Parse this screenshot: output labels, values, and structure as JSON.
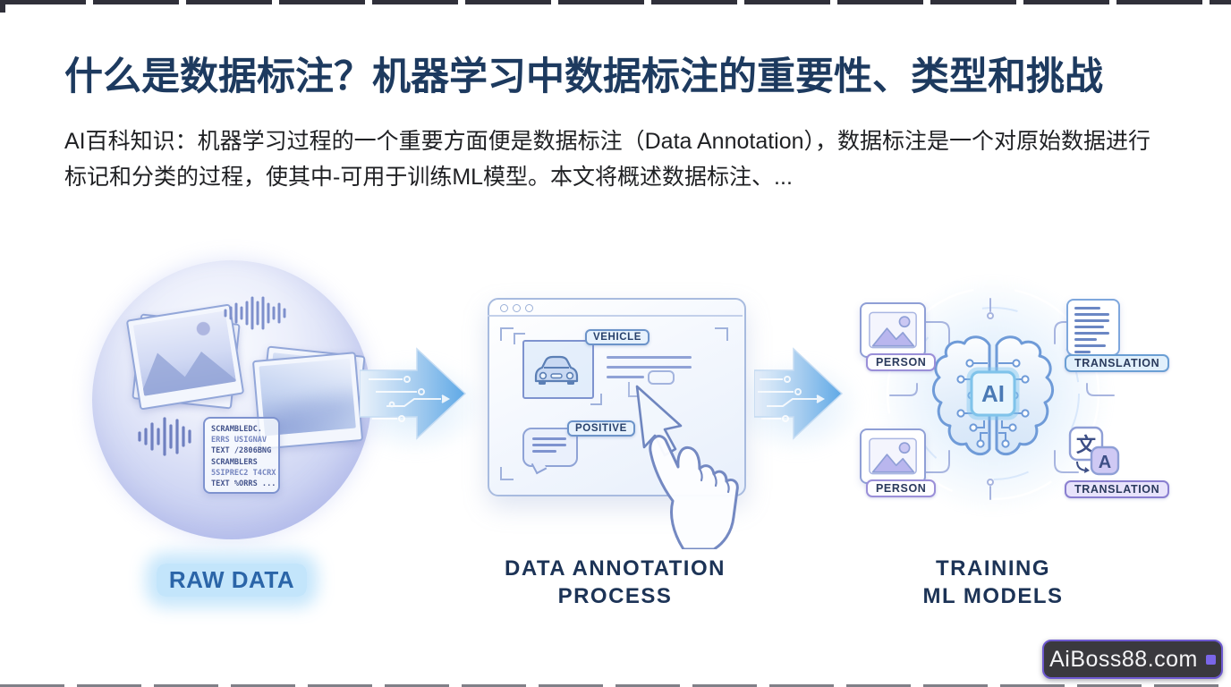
{
  "header": {
    "title": "什么是数据标注？机器学习中数据标注的重要性、类型和挑战",
    "description": "AI百科知识：机器学习过程的一个重要方面便是数据标注（Data Annotation），数据标注是一个对原始数据进行标记和分类的过程，使其中-可用于训练ML模型。本文将概述数据标注、..."
  },
  "diagram": {
    "stage1": {
      "caption": "RAW DATA",
      "scrambled_lines": [
        "SCRAMBLEDC.",
        "ERRS USIGNAV",
        "TEXT /2806BNG",
        "SCRAMBLERS",
        "5SIPREC2 T4CRX",
        "TEXT %ORRS ..."
      ]
    },
    "stage2": {
      "caption_line1": "DATA ANNOTATION",
      "caption_line2": "PROCESS",
      "vehicle_tag": "VEHICLE",
      "positive_tag": "POSITIVE"
    },
    "stage3": {
      "caption_line1": "TRAINING",
      "caption_line2": "ML MODELS",
      "ai_chip_label": "AI",
      "person_tag": "PERSON",
      "translation_tag": "TRANSLATION",
      "translate_glyph_cn": "文",
      "translate_glyph_en": "A"
    }
  },
  "watermark": {
    "text": "AiBoss88.com"
  },
  "colors": {
    "title": "#1d3a5f",
    "body_text": "#1f2023",
    "caption": "#1c3356",
    "raw_caption": "#2b65a8",
    "diagram_stroke": "#7e93cf",
    "arrow_blue": "#5fa9e6",
    "watermark_bg": "#3a393e",
    "watermark_border": "#6d59d0"
  }
}
